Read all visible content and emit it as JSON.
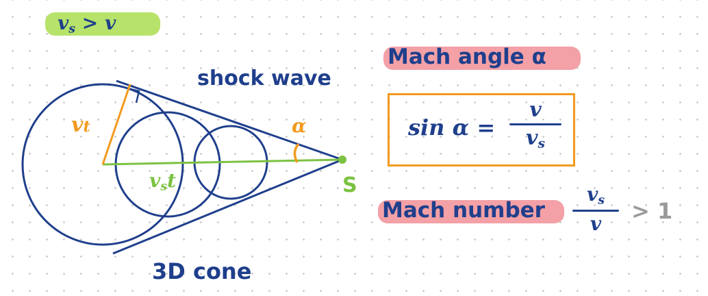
{
  "condition": {
    "main": "v",
    "sub": "s",
    "rest": " > v"
  },
  "labels": {
    "shock_wave": "shock wave",
    "cone": "3D cone",
    "vt": {
      "main": "v",
      "sub": "t"
    },
    "vst": {
      "main": "v",
      "sub": "s",
      "rest": "t"
    },
    "alpha": "α",
    "source": "S"
  },
  "mach_angle": {
    "title": "Mach angle α",
    "lhs": "sin α =",
    "numerator": "v",
    "denominator": {
      "main": "v",
      "sub": "s"
    }
  },
  "mach_number": {
    "title": "Mach number",
    "numerator": {
      "main": "v",
      "sub": "s"
    },
    "denominator": "v",
    "comparison": "> 1"
  },
  "colors": {
    "navy": "#1f3f8c",
    "orange": "#f29a1f",
    "green": "#7cc242",
    "lime_highlight": "#b7e36a",
    "pink_highlight": "#f3a0a6",
    "gray": "#9a9a9a"
  }
}
